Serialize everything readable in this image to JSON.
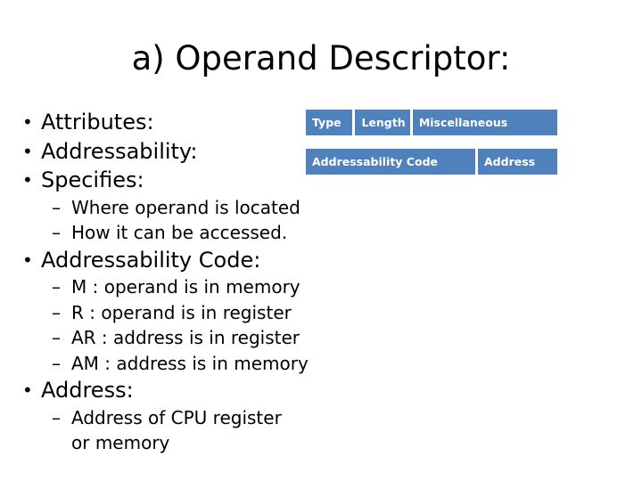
{
  "slide": {
    "title": "a) Operand Descriptor:",
    "bullet_glyph": "•",
    "dash_glyph": "–"
  },
  "content": {
    "items": [
      {
        "level": 1,
        "text": "Attributes:"
      },
      {
        "level": 1,
        "text": "Addressability:"
      },
      {
        "level": 1,
        "text": "Specifies:"
      },
      {
        "level": 2,
        "text": "Where operand is located"
      },
      {
        "level": 2,
        "text": "How it can be accessed."
      },
      {
        "level": 1,
        "text": "Addressability Code:"
      },
      {
        "level": 2,
        "text": "M : operand is in memory"
      },
      {
        "level": 2,
        "text": "R : operand is in register"
      },
      {
        "level": 2,
        "text": "AR : address is in register"
      },
      {
        "level": 2,
        "text": "AM : address is in memory"
      },
      {
        "level": 1,
        "text": "Address:"
      },
      {
        "level": 2,
        "text": "Address of CPU register or memory"
      }
    ]
  },
  "diagram": {
    "accent_color": "#4F81BD",
    "text_color": "#FFFFFF",
    "rows": [
      {
        "name": "operand-descriptor-format",
        "cells": [
          {
            "label": "Type"
          },
          {
            "label": "Length"
          },
          {
            "label": "Miscellaneous"
          }
        ]
      },
      {
        "name": "miscellaneous-detail",
        "cells": [
          {
            "label": "Addressability Code"
          },
          {
            "label": "Address"
          }
        ]
      }
    ]
  }
}
